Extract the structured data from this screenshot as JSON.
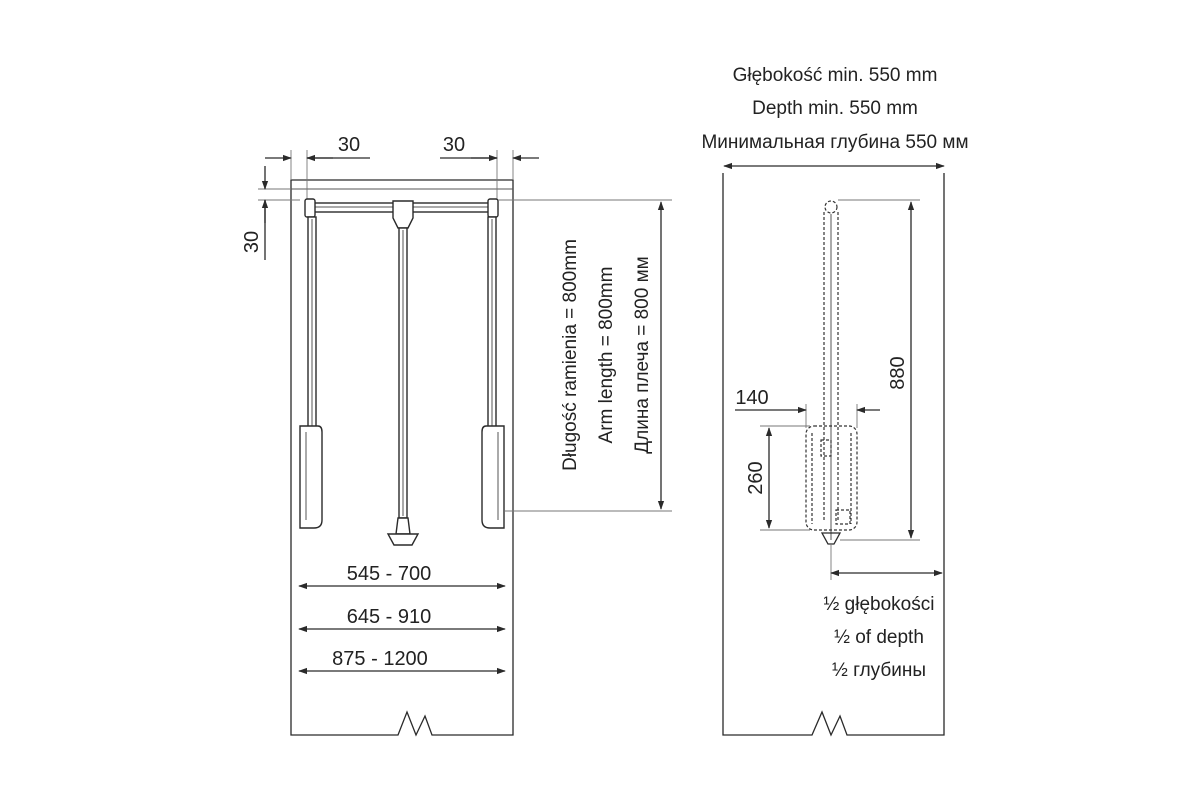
{
  "front_view": {
    "dim_top_left": "30",
    "dim_top_right": "30",
    "dim_side": "30",
    "arm_length_labels": [
      "Długość ramienia = 800mm",
      "Arm length = 800mm",
      "Длина плеча = 800 мм"
    ],
    "width_ranges": [
      "545 - 700",
      "645 - 910",
      "875 - 1200"
    ]
  },
  "side_view": {
    "depth_labels": [
      "Głębokość min. 550 mm",
      "Depth min. 550 mm",
      "Минимальная глубина 550 мм"
    ],
    "dim_height": "880",
    "dim_width": "140",
    "dim_basket_height": "260",
    "half_depth_labels": [
      "½ głębokości",
      "½ of depth",
      "½ глубины"
    ]
  },
  "colors": {
    "line": "#2a2a2a",
    "background": "#ffffff"
  }
}
